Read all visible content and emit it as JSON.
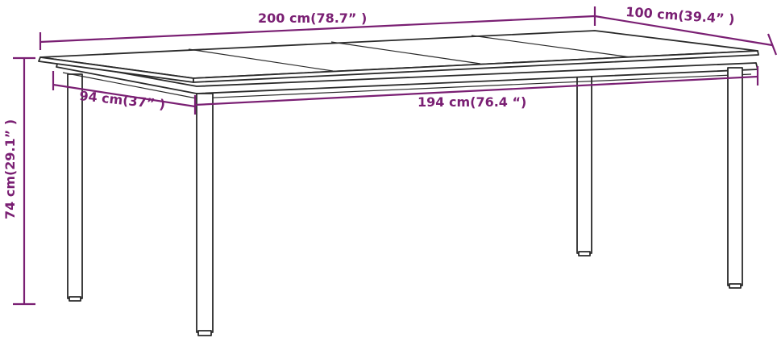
{
  "dimensions": {
    "length_top": "200 cm(78.7” )",
    "width_top": "100 cm(39.4” )",
    "frame_width": "94 cm(37” )",
    "frame_length": "194 cm(76.4 “)",
    "height": "74 cm(29.1” )"
  },
  "colors": {
    "dimension": "#7a1f73",
    "outline": "#2a2a2a",
    "background": "#ffffff"
  }
}
